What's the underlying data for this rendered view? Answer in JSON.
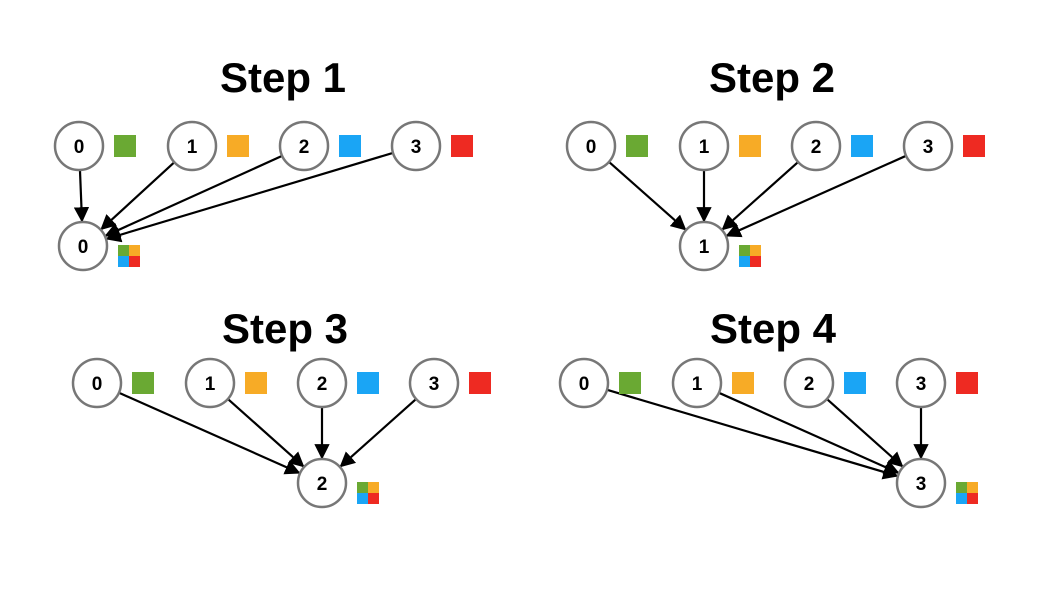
{
  "colors": {
    "0": "#6aa933",
    "1": "#f7ab26",
    "2": "#1aa5f5",
    "3": "#ee2a22"
  },
  "steps": [
    {
      "title": "Step 1",
      "sources": [
        {
          "label": "0",
          "color_key": "0"
        },
        {
          "label": "1",
          "color_key": "1"
        },
        {
          "label": "2",
          "color_key": "2"
        },
        {
          "label": "3",
          "color_key": "3"
        }
      ],
      "target": {
        "label": "0",
        "index": 0
      },
      "result_icon": "combined-four-color-square-icon"
    },
    {
      "title": "Step 2",
      "sources": [
        {
          "label": "0",
          "color_key": "0"
        },
        {
          "label": "1",
          "color_key": "1"
        },
        {
          "label": "2",
          "color_key": "2"
        },
        {
          "label": "3",
          "color_key": "3"
        }
      ],
      "target": {
        "label": "1",
        "index": 1
      },
      "result_icon": "combined-four-color-square-icon"
    },
    {
      "title": "Step 3",
      "sources": [
        {
          "label": "0",
          "color_key": "0"
        },
        {
          "label": "1",
          "color_key": "1"
        },
        {
          "label": "2",
          "color_key": "2"
        },
        {
          "label": "3",
          "color_key": "3"
        }
      ],
      "target": {
        "label": "2",
        "index": 2
      },
      "result_icon": "combined-four-color-square-icon"
    },
    {
      "title": "Step 4",
      "sources": [
        {
          "label": "0",
          "color_key": "0"
        },
        {
          "label": "1",
          "color_key": "1"
        },
        {
          "label": "2",
          "color_key": "2"
        },
        {
          "label": "3",
          "color_key": "3"
        }
      ],
      "target": {
        "label": "3",
        "index": 3
      },
      "result_icon": "combined-four-color-square-icon"
    }
  ]
}
